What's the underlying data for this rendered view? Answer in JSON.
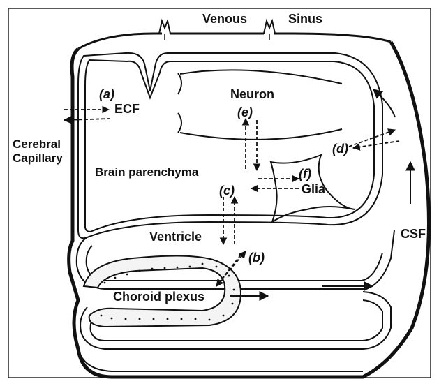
{
  "labels": {
    "venous": "Venous",
    "sinus": "Sinus",
    "a": "(a)",
    "ecf": "ECF",
    "neuron": "Neuron",
    "e": "(e)",
    "d": "(d)",
    "cerebral_line1": "Cerebral",
    "cerebral_line2": "Capillary",
    "brain_parenchyma": "Brain parenchyma",
    "c": "(c)",
    "f": "(f)",
    "glia": "Glia",
    "ventricle": "Ventricle",
    "b": "(b)",
    "csf": "CSF",
    "choroid_plexus": "Choroid plexus"
  },
  "colors": {
    "ink": "#111111",
    "paper": "#ffffff"
  }
}
